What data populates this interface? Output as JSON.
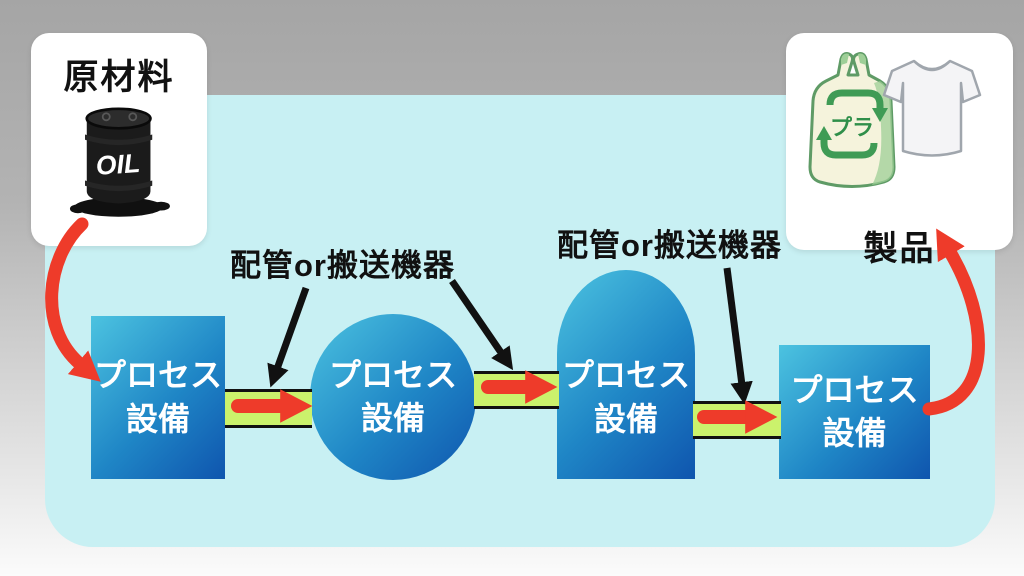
{
  "diagram": {
    "raw_material_card": {
      "title": "原材料",
      "icon": "oil-barrel-icon",
      "barrel_text": "OIL"
    },
    "product_card": {
      "title": "製品",
      "icons": [
        "plastic-bag-icon",
        "tshirt-icon"
      ],
      "bag_mark_text": "プラ"
    },
    "process_units": [
      {
        "shape": "rectangle",
        "line1": "プロセス",
        "line2": "設備"
      },
      {
        "shape": "circle",
        "line1": "プロセス",
        "line2": "設備"
      },
      {
        "shape": "tank",
        "line1": "プロセス",
        "line2": "設備"
      },
      {
        "shape": "rectangle",
        "line1": "プロセス",
        "line2": "設備"
      }
    ],
    "connector_labels": [
      {
        "text": "配管or搬送機器"
      },
      {
        "text": "配管or搬送機器"
      }
    ],
    "colors": {
      "panel_background": "#c8f0f3",
      "process_gradient_start": "#4cc3e0",
      "process_gradient_end": "#0f55ae",
      "connector_fill": "#cbf26c",
      "flow_arrow_red": "#ee3b2a",
      "pointer_arrow_black": "#111111",
      "background_gray_top": "#a5a5a5",
      "background_gray_bottom": "#fbfbfb"
    }
  }
}
